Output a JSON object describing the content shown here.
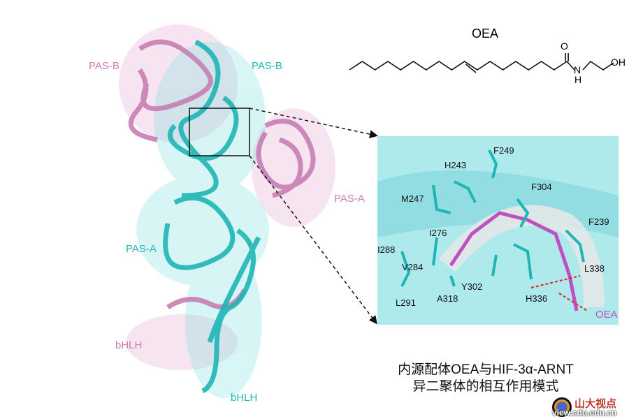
{
  "structure_labels": {
    "pas_b_pink": "PAS-B",
    "pas_b_teal": "PAS-B",
    "pas_a_pink": "PAS-A",
    "pas_a_teal": "PAS-A",
    "bhlh_pink": "bHLH",
    "bhlh_teal": "bHLH"
  },
  "molecule": {
    "name": "OEA",
    "atoms": {
      "o": "O",
      "n": "N",
      "h": "H",
      "oh": "OH"
    }
  },
  "inset": {
    "residues": [
      "F249",
      "H243",
      "F304",
      "M247",
      "F239",
      "I276",
      "I288",
      "L338",
      "V284",
      "Y302",
      "H336",
      "A318",
      "L291"
    ],
    "ligand_label": "OEA"
  },
  "caption": {
    "line1": "内源配体OEA与HIF-3α-ARNT",
    "line2": "异二聚体的相互作用模式"
  },
  "watermark": {
    "name": "山大视点",
    "url": "view.sdu.edu.cn"
  },
  "colors": {
    "teal": "#1fb5b5",
    "pink": "#d27bb4",
    "ligand": "#c050c0"
  }
}
